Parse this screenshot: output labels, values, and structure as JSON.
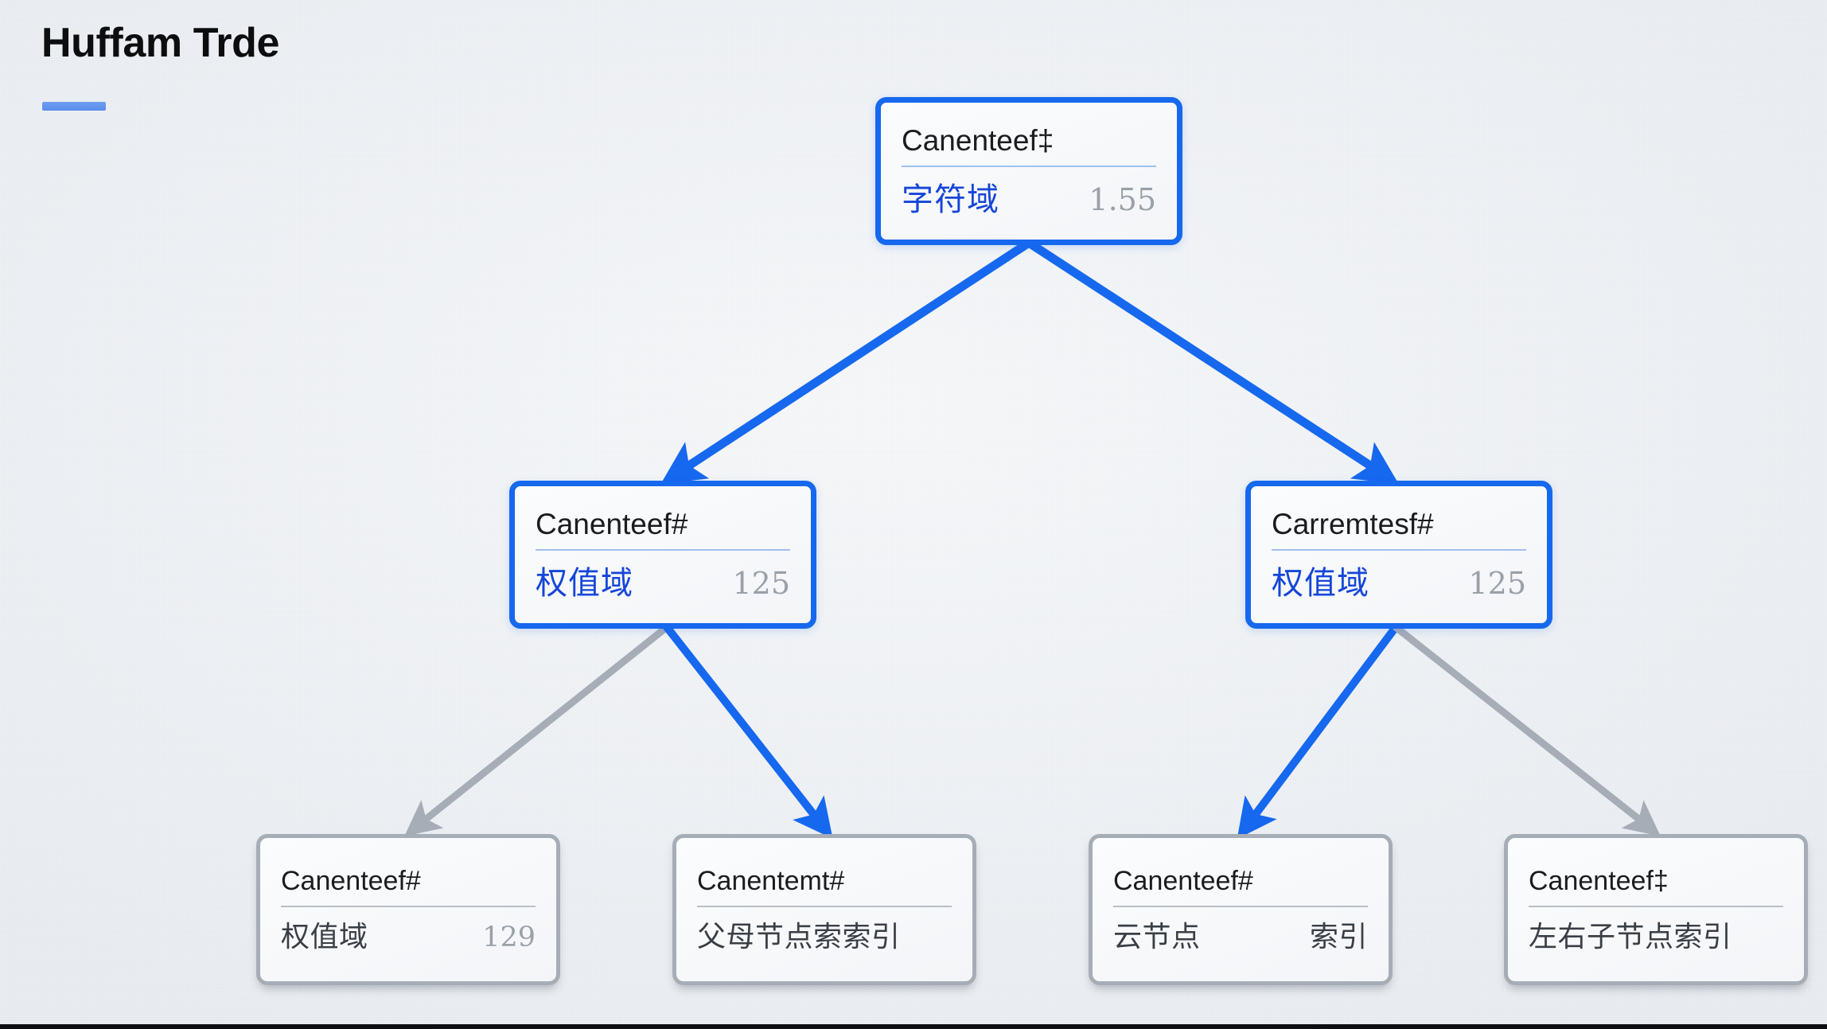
{
  "page": {
    "title": "Huffam Trde",
    "accent_color": "#5a8ceb",
    "background_color": "#eceff3"
  },
  "colors": {
    "edge_blue": "#1668ee",
    "edge_gray": "#a7adb6",
    "node_border_blue": "#1668ee",
    "node_border_gray": "#a7adb6",
    "label_blue": "#1646d8",
    "value_gray": "#9aa0a8",
    "head_text": "#1a1c20"
  },
  "tree": {
    "root": {
      "id": "root",
      "header": "Canenteef‡",
      "label": "字符域",
      "value": "1.55",
      "style": "blue"
    },
    "level2": [
      {
        "id": "mid-left",
        "header": "Canenteef#",
        "label": "权值域",
        "value": "125",
        "style": "blue"
      },
      {
        "id": "mid-right",
        "header": "Carremtesf#",
        "label": "权值域",
        "value": "125",
        "style": "blue"
      }
    ],
    "leaves": [
      {
        "id": "leaf-1",
        "header": "Canenteef#",
        "label": "权值域",
        "value": "129",
        "label_right": "",
        "style": "gray"
      },
      {
        "id": "leaf-2",
        "header": "Canentemt#",
        "label": "父母节点索索引",
        "value": "",
        "label_right": "",
        "style": "gray"
      },
      {
        "id": "leaf-3",
        "header": "Canenteef#",
        "label": "云节点",
        "value": "",
        "label_right": "索引",
        "style": "gray"
      },
      {
        "id": "leaf-4",
        "header": "Canenteef‡",
        "label": "左右子节点索引",
        "value": "",
        "label_right": "",
        "style": "gray"
      }
    ],
    "edges": [
      {
        "id": "edge-root-to-mid-left",
        "from": "root",
        "to": "mid-left",
        "color": "#1668ee"
      },
      {
        "id": "edge-root-to-mid-right",
        "from": "root",
        "to": "mid-right",
        "color": "#1668ee"
      },
      {
        "id": "edge-mid-left-to-leaf-1",
        "from": "mid-left",
        "to": "leaf-1",
        "color": "#a7adb6"
      },
      {
        "id": "edge-mid-left-to-leaf-2",
        "from": "mid-left",
        "to": "leaf-2",
        "color": "#1668ee"
      },
      {
        "id": "edge-mid-right-to-leaf-3",
        "from": "mid-right",
        "to": "leaf-3",
        "color": "#1668ee"
      },
      {
        "id": "edge-mid-right-to-leaf-4",
        "from": "mid-right",
        "to": "leaf-4",
        "color": "#a7adb6"
      }
    ]
  }
}
